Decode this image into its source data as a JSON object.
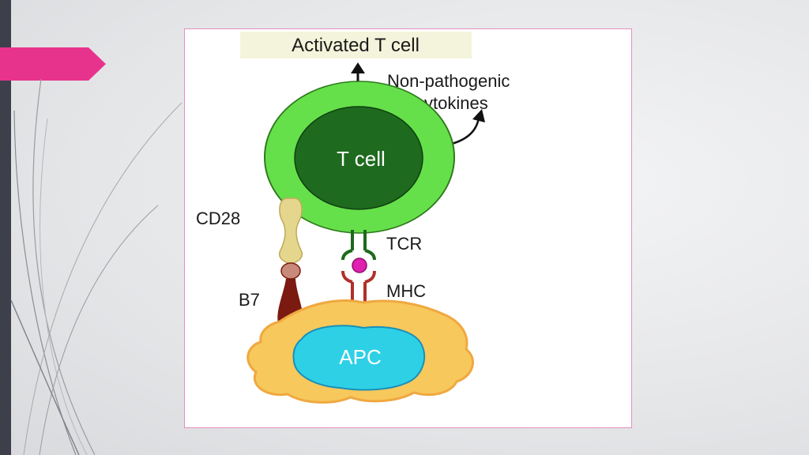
{
  "slide": {
    "accent_color": "#e8338d",
    "sidebar_color": "#3d3f4a"
  },
  "diagram": {
    "title": "Activated T cell",
    "cytokines_label_line1": "Non-pathogenic",
    "cytokines_label_line2": "cytokines",
    "t_cell_label": "T cell",
    "cd28_label": "CD28",
    "tcr_label": "TCR",
    "mhc_label": "MHC",
    "b7_label": "B7",
    "apc_label": "APC",
    "colors": {
      "t_cell_outer": "#66e04a",
      "t_cell_nucleus": "#1e6a1e",
      "apc_body": "#f7c85c",
      "apc_nucleus": "#2ed0e6",
      "cd28": "#e4d68c",
      "b7": "#7b1a10",
      "tcr": "#1c6a1c",
      "mhc": "#b0302a",
      "antigen": "#e020b0"
    }
  }
}
